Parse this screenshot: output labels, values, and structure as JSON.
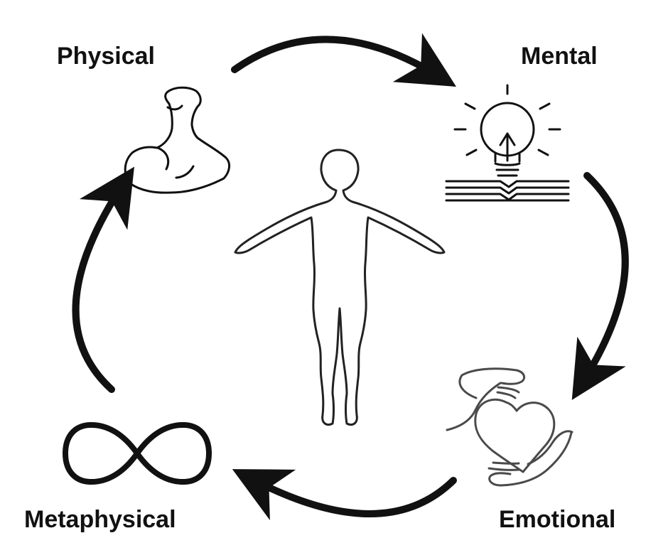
{
  "labels": {
    "physical": "Physical",
    "mental": "Mental",
    "emotional": "Emotional",
    "metaphysical": "Metaphysical"
  },
  "icons": {
    "physical": "flexed-arm-icon",
    "mental": "lightbulb-book-icon",
    "emotional": "hands-heart-icon",
    "metaphysical": "infinity-icon",
    "center": "human-figure-icon"
  },
  "colors": {
    "ink": "#111111",
    "background": "#ffffff"
  }
}
